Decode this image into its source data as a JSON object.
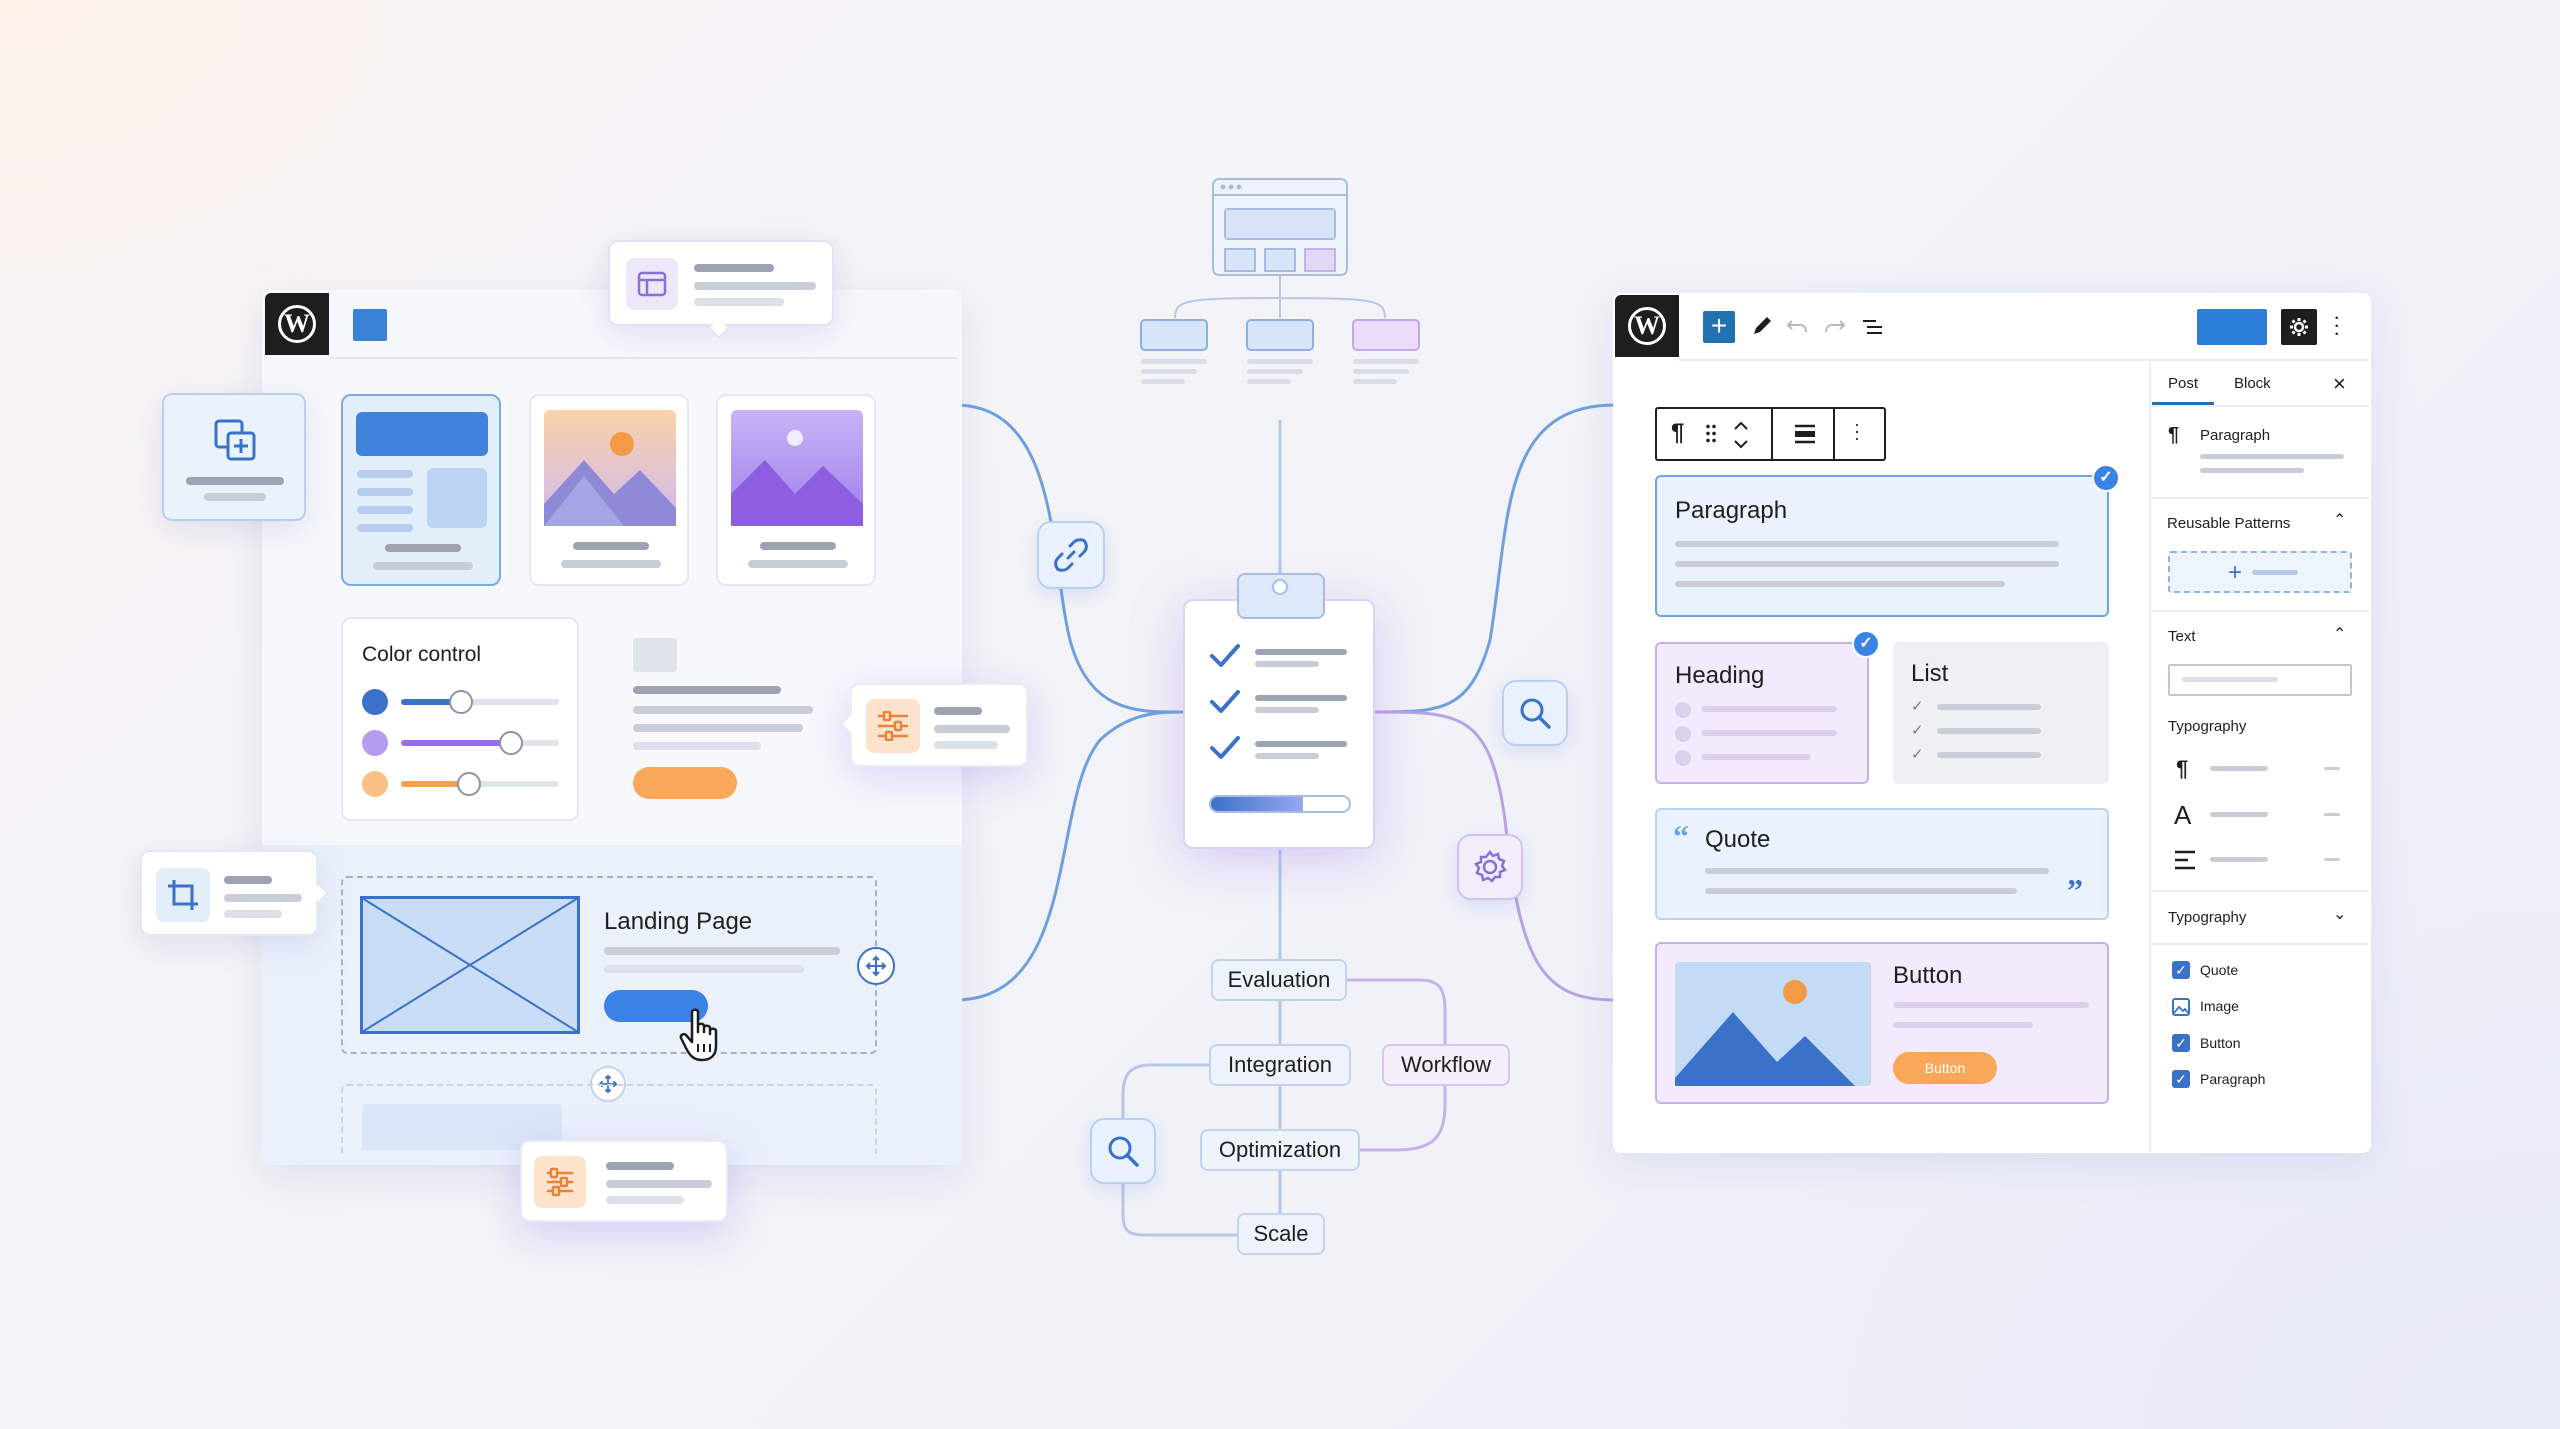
{
  "left_editor": {
    "color_control": {
      "title": "Color control",
      "colors": [
        "#3b72c9",
        "#b39df0",
        "#f6a04d"
      ]
    },
    "landing_page": {
      "title": "Landing Page"
    }
  },
  "flow": {
    "evaluation": "Evaluation",
    "integration": "Integration",
    "workflow": "Workflow",
    "optimization": "Optimization",
    "scale": "Scale"
  },
  "right_editor": {
    "blocks": {
      "paragraph": "Paragraph",
      "heading": "Heading",
      "list": "List",
      "quote": "Quote",
      "button": "Button",
      "button_cta": "Button"
    },
    "sidebar": {
      "tab_post": "Post",
      "tab_block": "Block",
      "paragraph": "Paragraph",
      "reusable_patterns": "Reusable Patterns",
      "text": "Text",
      "typography": "Typography",
      "typography2": "Typography",
      "checks": [
        "Quote",
        "Image",
        "Button",
        "Paragraph"
      ]
    }
  },
  "colors": {
    "accent": "#3b72c9",
    "wp_blue": "#2271b1",
    "orange": "#f6a04d",
    "purple": "#a78bfa"
  }
}
